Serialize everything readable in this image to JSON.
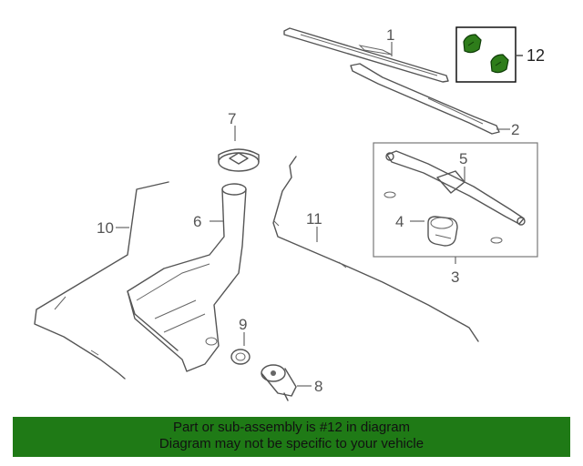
{
  "diagram": {
    "callouts": [
      "1",
      "2",
      "3",
      "4",
      "5",
      "6",
      "7",
      "8",
      "9",
      "10",
      "11",
      "12"
    ],
    "highlight_color": "#2e7d1a"
  },
  "banner": {
    "line1": "Part or sub-assembly is #12 in diagram",
    "line2": "Diagram may not be specific to your vehicle",
    "background": "#1f7a16"
  }
}
